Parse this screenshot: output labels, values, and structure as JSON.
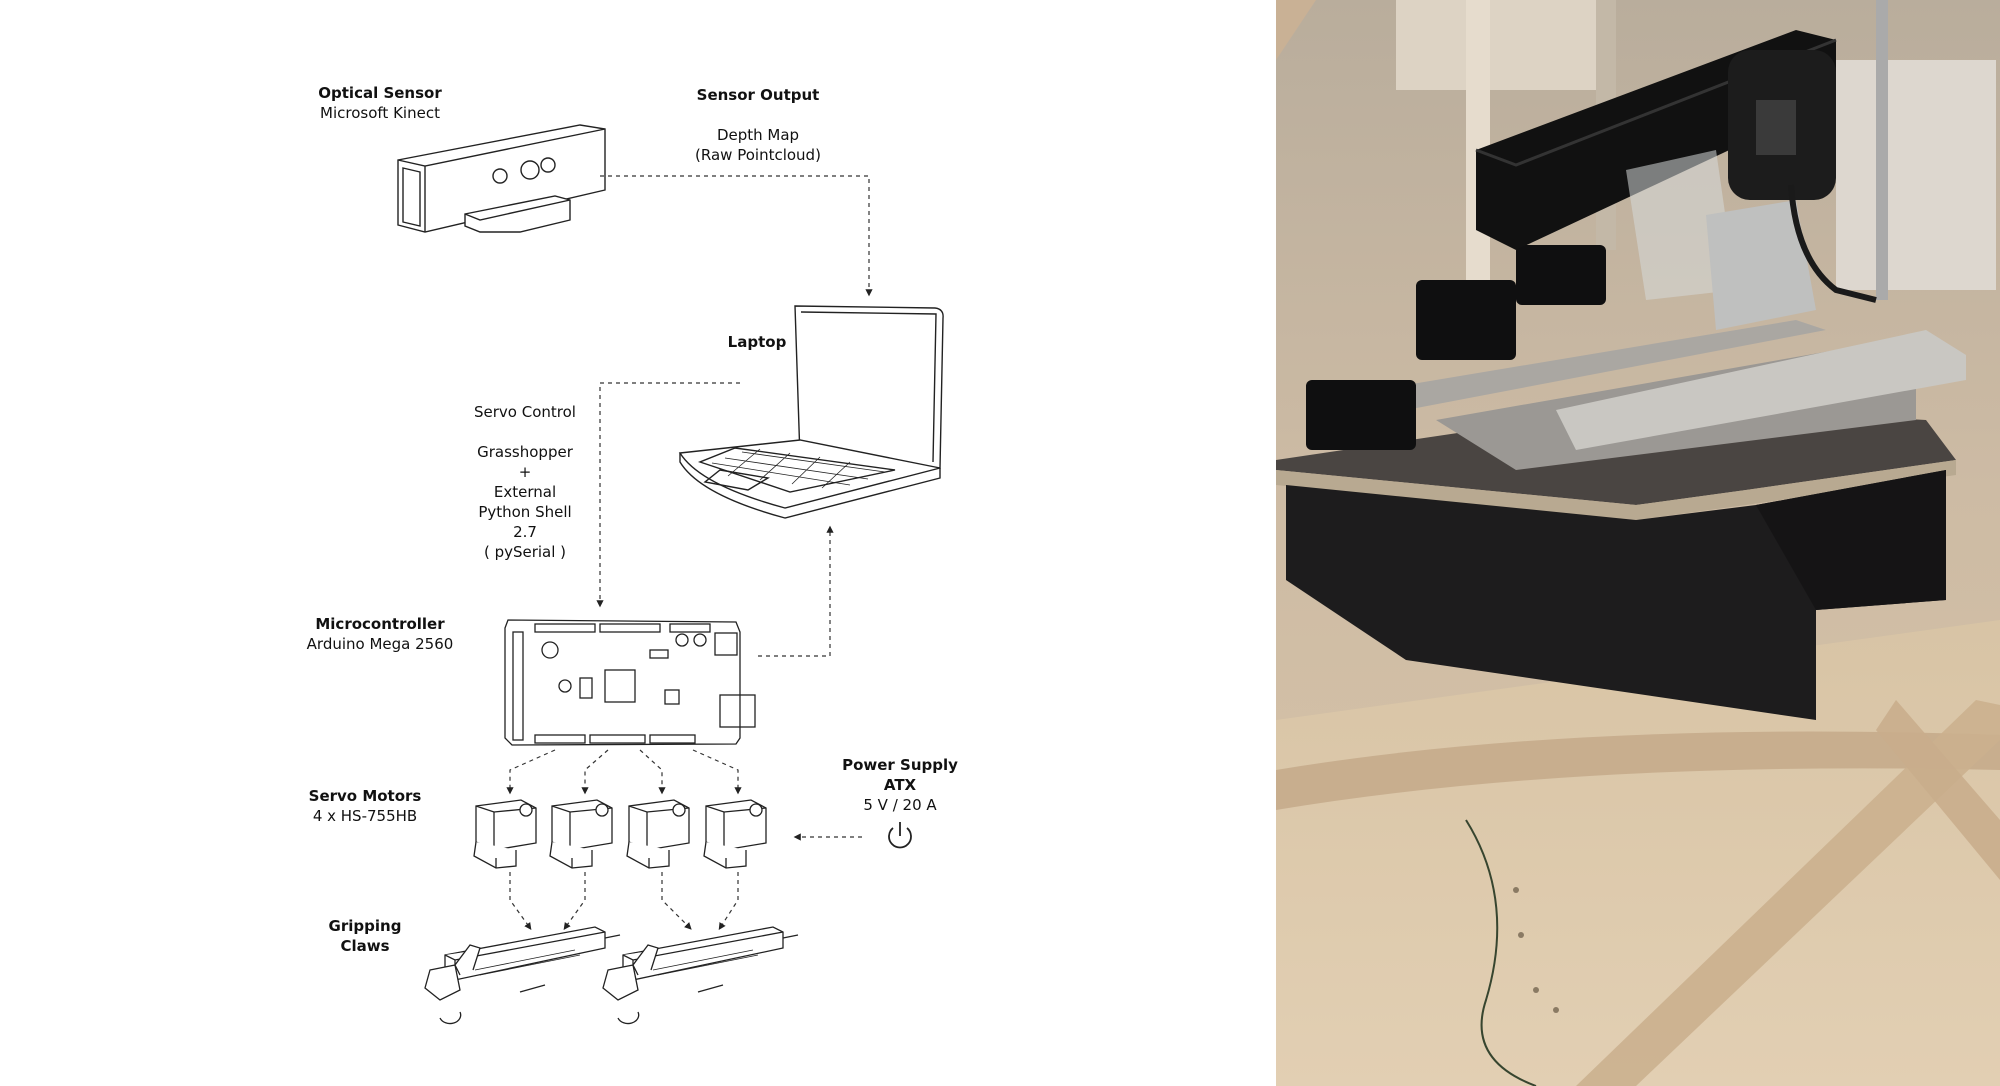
{
  "labels": {
    "optical_sensor": {
      "title": "Optical Sensor",
      "subtitle": "Microsoft Kinect"
    },
    "sensor_output": {
      "title": "Sensor Output",
      "line1": "Depth Map",
      "line2": "(Raw Pointcloud)"
    },
    "laptop": {
      "title": "Laptop"
    },
    "servo_control": {
      "title": "Servo Control",
      "lines": [
        "Grasshopper",
        "+",
        "External",
        "Python Shell",
        "2.7",
        "( pySerial )"
      ]
    },
    "microcontroller": {
      "title": "Microcontroller",
      "subtitle": "Arduino Mega 2560"
    },
    "servo_motors": {
      "title": "Servo Motors",
      "subtitle": "4 x HS-755HB"
    },
    "power_supply": {
      "title": "Power Supply",
      "title2": "ATX",
      "subtitle": "5 V / 20 A"
    },
    "gripping_claws": {
      "title": "Gripping",
      "title2": "Claws"
    }
  },
  "icons": {
    "kinect": "kinect-sensor-icon",
    "laptop": "laptop-icon",
    "board": "arduino-board-icon",
    "servo": "servo-motor-icon",
    "claw": "gripping-claw-icon",
    "power": "power-icon"
  },
  "colors": {
    "line": "#222222",
    "dashed": "#333333",
    "photo_bg": "#c9b79f",
    "machine": "#1d1c1d"
  }
}
